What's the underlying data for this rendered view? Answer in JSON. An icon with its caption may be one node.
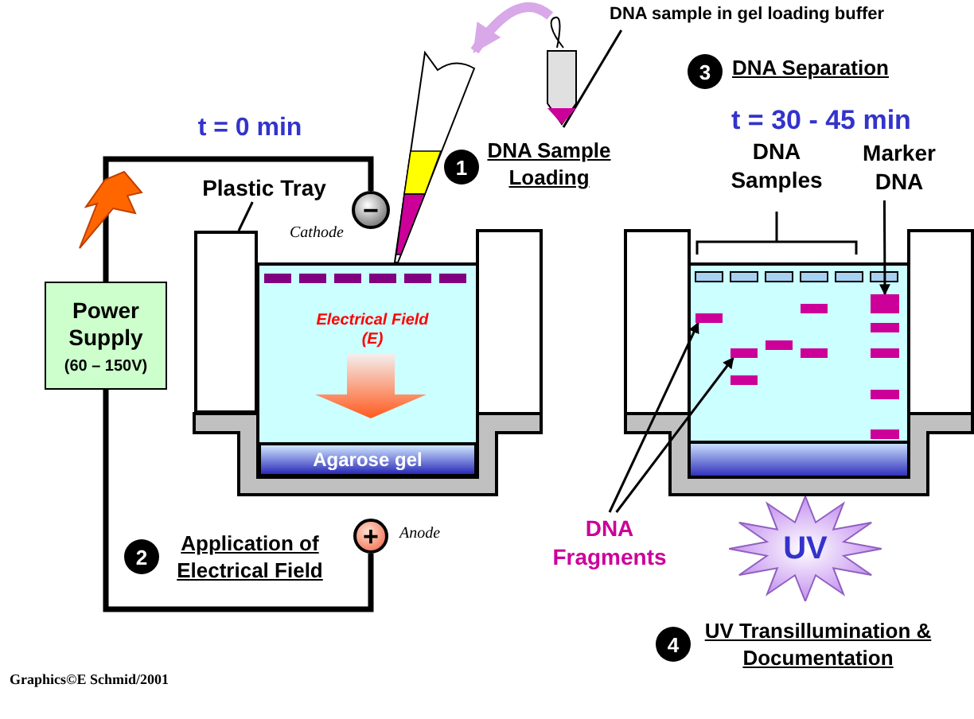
{
  "diagram": {
    "nodes": [
      {
        "text": [
          "DNA sample in gel loading buffer"
        ]
      },
      {
        "text": [],
        "shape": "picture"
      },
      {
        "text": [],
        "shape": "picture"
      },
      {
        "text": [
          "3"
        ],
        "beside": [
          "DNA Separation"
        ]
      },
      {
        "text": [
          "1"
        ],
        "beside": [
          "DNA Sample Loading"
        ]
      },
      {
        "text": [
          "Plastic Tray"
        ]
      },
      {
        "text": [
          "−"
        ],
        "beside": [
          "Cathode"
        ]
      },
      {
        "text": [
          "Marker DNA"
        ]
      },
      {
        "text": [],
        "shape": "box"
      },
      {
        "text": [
          "Power Supply",
          "(60 – 150V)"
        ]
      },
      {
        "text": [],
        "shape": "bar"
      },
      {
        "text": [],
        "shape": "bar"
      },
      {
        "text": [],
        "shape": "bar"
      },
      {
        "text": [
          "Agarose gel"
        ]
      },
      {
        "text": [
          "DNA Fragments"
        ]
      },
      {
        "text": [
          "+"
        ],
        "beside": [
          "Anode"
        ]
      },
      {
        "text": [
          "2"
        ],
        "beside": [
          "Application of Electrical Field"
        ]
      },
      {
        "text": [
          "UV"
        ]
      },
      {
        "text": [
          "4"
        ],
        "beside": [
          "UV Transillumination & Documentation"
        ]
      }
    ],
    "edges": [
      {
        "from": 0,
        "to": 2,
        "arrow": "none"
      },
      {
        "from": 2,
        "to": 1,
        "arrow": "to",
        "style": "thick",
        "color": "#d8a8e8"
      },
      {
        "from": 5,
        "to": 8,
        "arrow": "none"
      },
      {
        "from": 9,
        "to": 6,
        "arrow": "none",
        "style": "thick"
      },
      {
        "from": 9,
        "to": 15,
        "arrow": "none",
        "style": "thick"
      },
      {
        "from": 7,
        "to": 10,
        "arrow": "to"
      },
      {
        "from": 14,
        "to": 11,
        "arrow": "to"
      },
      {
        "from": 14,
        "to": 12,
        "arrow": "to"
      }
    ],
    "labels": [
      "t = 0 min",
      "t = 30 - 45 min",
      "DNA Samples",
      "Electrical Field (E)",
      "Graphics©E Schmid/2001"
    ]
  }
}
